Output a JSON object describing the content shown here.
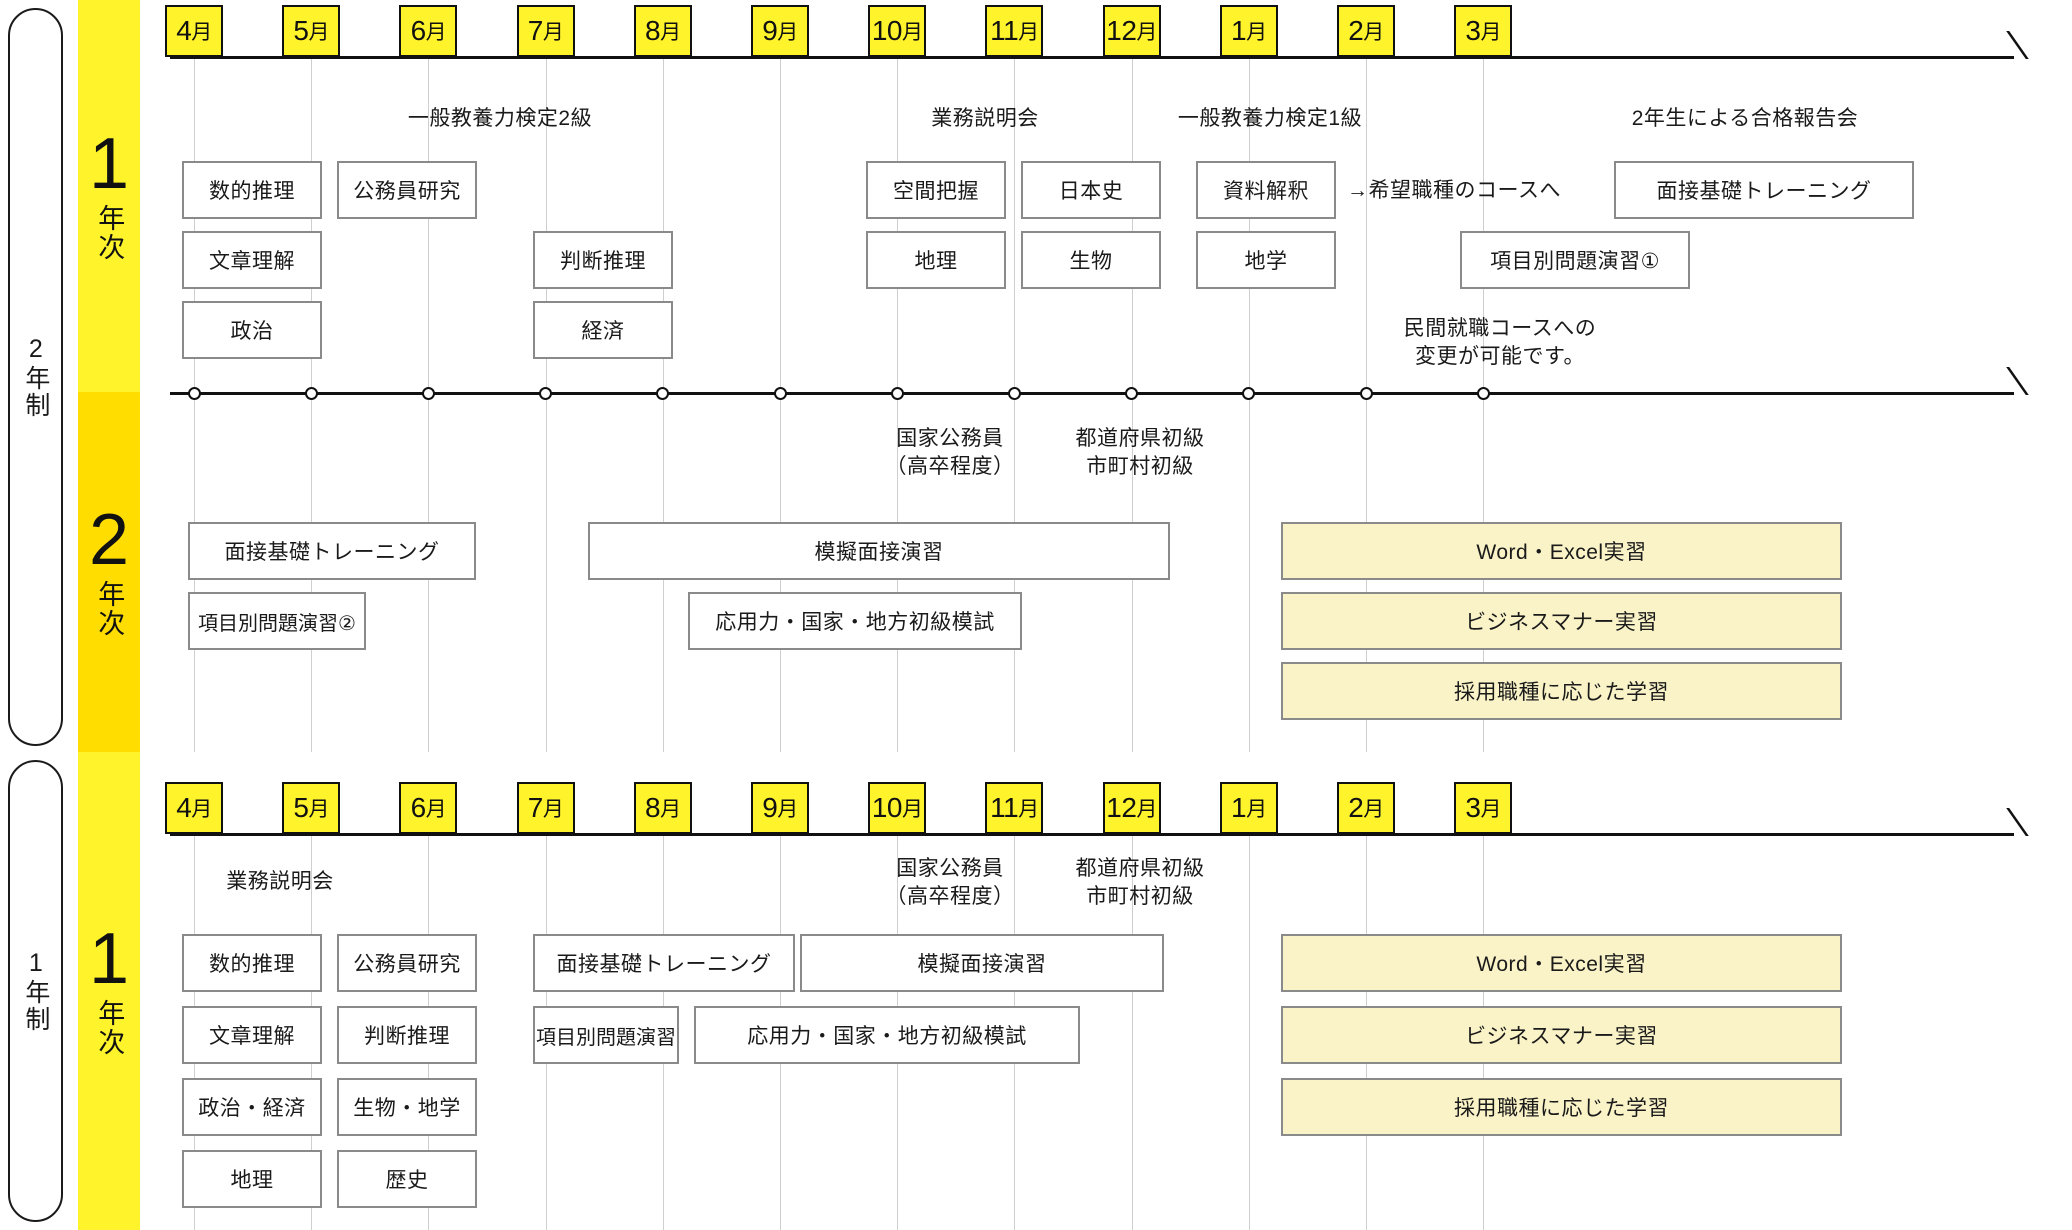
{
  "brackets": [
    {
      "label": "2年制"
    },
    {
      "label": "1年制"
    }
  ],
  "year_bands": [
    {
      "num": "1",
      "text": "年次",
      "color": "#FFF42B"
    },
    {
      "num": "2",
      "text": "年次",
      "color": "#FFDD00"
    },
    {
      "num": "1",
      "text": "年次",
      "color": "#FFF42B"
    }
  ],
  "months": [
    {
      "num": "4",
      "unit": "月"
    },
    {
      "num": "5",
      "unit": "月"
    },
    {
      "num": "6",
      "unit": "月"
    },
    {
      "num": "7",
      "unit": "月"
    },
    {
      "num": "8",
      "unit": "月"
    },
    {
      "num": "9",
      "unit": "月"
    },
    {
      "num": "10",
      "unit": "月"
    },
    {
      "num": "11",
      "unit": "月"
    },
    {
      "num": "12",
      "unit": "月"
    },
    {
      "num": "1",
      "unit": "月"
    },
    {
      "num": "2",
      "unit": "月"
    },
    {
      "num": "3",
      "unit": "月"
    }
  ],
  "row1": {
    "captions": [
      {
        "text": "一般教養力検定2級"
      },
      {
        "text": "業務説明会"
      },
      {
        "text": "一般教養力検定1級"
      },
      {
        "text": "2年生による合格報告会"
      },
      {
        "text": "→希望職種のコースへ"
      },
      {
        "text": "民間就職コースへの\n変更が可能です。"
      }
    ],
    "boxes": [
      {
        "label": "数的推理"
      },
      {
        "label": "公務員研究"
      },
      {
        "label": "文章理解"
      },
      {
        "label": "判断推理"
      },
      {
        "label": "政治"
      },
      {
        "label": "経済"
      },
      {
        "label": "空間把握"
      },
      {
        "label": "日本史"
      },
      {
        "label": "地理"
      },
      {
        "label": "生物"
      },
      {
        "label": "資料解釈"
      },
      {
        "label": "地学"
      },
      {
        "label": "面接基礎トレーニング"
      },
      {
        "label": "項目別問題演習①"
      }
    ]
  },
  "row2": {
    "captions": [
      {
        "text": "国家公務員\n（高卒程度）"
      },
      {
        "text": "都道府県初級\n市町村初級"
      }
    ],
    "boxes": [
      {
        "label": "面接基礎トレーニング"
      },
      {
        "label": "項目別問題演習②"
      },
      {
        "label": "模擬面接演習"
      },
      {
        "label": "応用力・国家・地方初級模試"
      },
      {
        "label": "Word・Excel実習"
      },
      {
        "label": "ビジネスマナー実習"
      },
      {
        "label": "採用職種に応じた学習"
      }
    ]
  },
  "row3": {
    "captions": [
      {
        "text": "業務説明会"
      },
      {
        "text": "国家公務員\n（高卒程度）"
      },
      {
        "text": "都道府県初級\n市町村初級"
      }
    ],
    "boxes": [
      {
        "label": "数的推理"
      },
      {
        "label": "公務員研究"
      },
      {
        "label": "面接基礎トレーニング"
      },
      {
        "label": "模擬面接演習"
      },
      {
        "label": "文章理解"
      },
      {
        "label": "判断推理"
      },
      {
        "label": "項目別問題演習"
      },
      {
        "label": "応用力・国家・地方初級模試"
      },
      {
        "label": "政治・経済"
      },
      {
        "label": "生物・地学"
      },
      {
        "label": "地理"
      },
      {
        "label": "歴史"
      },
      {
        "label": "Word・Excel実習"
      },
      {
        "label": "ビジネスマナー実習"
      },
      {
        "label": "採用職種に応じた学習"
      }
    ]
  }
}
